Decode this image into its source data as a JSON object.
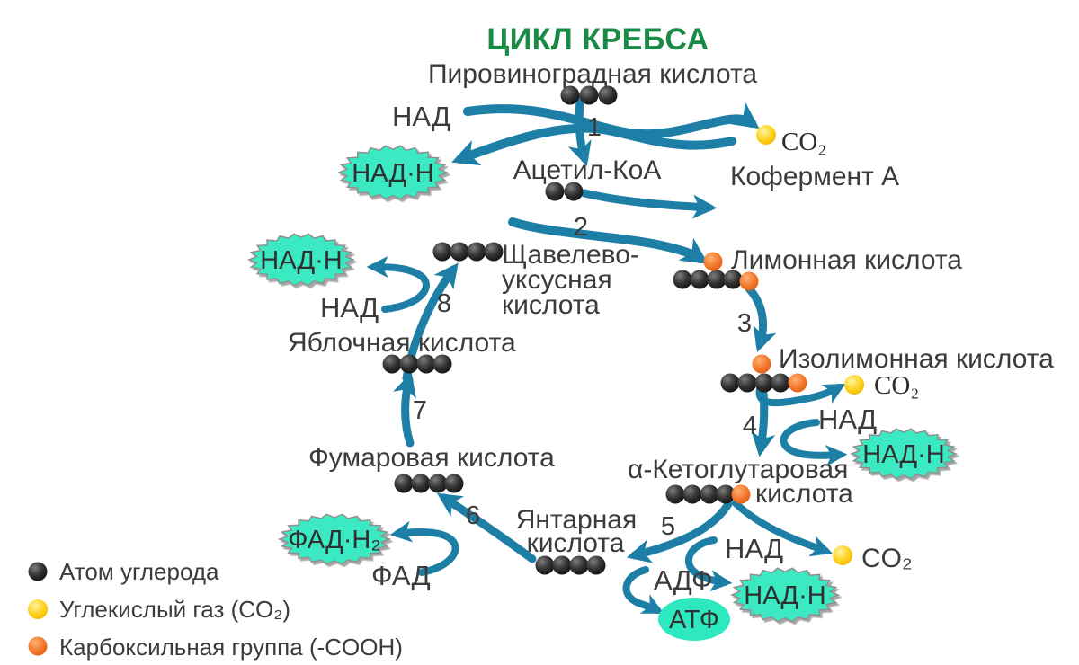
{
  "title": "ЦИКЛ КРЕБСА",
  "labels": {
    "pyruvate": "Пировиноградная кислота",
    "acetyl_coa": "Ацетил-КоА",
    "coenzyme_a": "Кофермент А",
    "oxaloacetate_l1": "Щавелево-",
    "oxaloacetate_l2": "уксусная",
    "oxaloacetate_l3": "кислота",
    "citrate": "Лимонная кислота",
    "isocitrate": "Изолимонная кислота",
    "alpha_ketoglutarate_l1": "α-Кетоглутаровая",
    "alpha_ketoglutarate_l2": "кислота",
    "succinate_l1": "Янтарная",
    "succinate_l2": "кислота",
    "fumarate": "Фумаровая кислота",
    "malate": "Яблочная кислота",
    "nad": "НАД",
    "nadh": "НАД·Н",
    "fad": "ФАД",
    "fadh2": "ФАД·Н₂",
    "adp": "АДФ",
    "atp": "АТФ",
    "co2": "CO₂"
  },
  "steps": {
    "s1": "1",
    "s2": "2",
    "s3": "3",
    "s4": "4",
    "s5": "5",
    "s6": "6",
    "s7": "7",
    "s8": "8"
  },
  "legend": {
    "items": [
      {
        "marker": "carbon-dot",
        "color": "#2b2b2b",
        "label": "Атом углерода"
      },
      {
        "marker": "co2-dot",
        "color": "#ffd21e",
        "label": "Углекислый газ (CO₂)"
      },
      {
        "marker": "carboxyl-dot",
        "color": "#f4772c",
        "label": "Карбоксильная группа (-COOH)"
      }
    ]
  },
  "molecule_carbon_counts": {
    "pyruvate": 3,
    "acetyl_coa": 2,
    "oxaloacetate": 4,
    "citrate": 4,
    "isocitrate": 4,
    "alpha_ketoglutarate": 4,
    "succinate": 4,
    "fumarate": 4,
    "malate": 4
  },
  "colors": {
    "title_green": "#1a8a46",
    "arrow_teal": "#1d7fa6",
    "bubble_cyan": "#3be9c3",
    "carbon_black": "#2b2b2b",
    "co2_yellow": "#ffd21e",
    "carboxyl_orange": "#f4772c",
    "text_gray": "#3b3b3b"
  }
}
